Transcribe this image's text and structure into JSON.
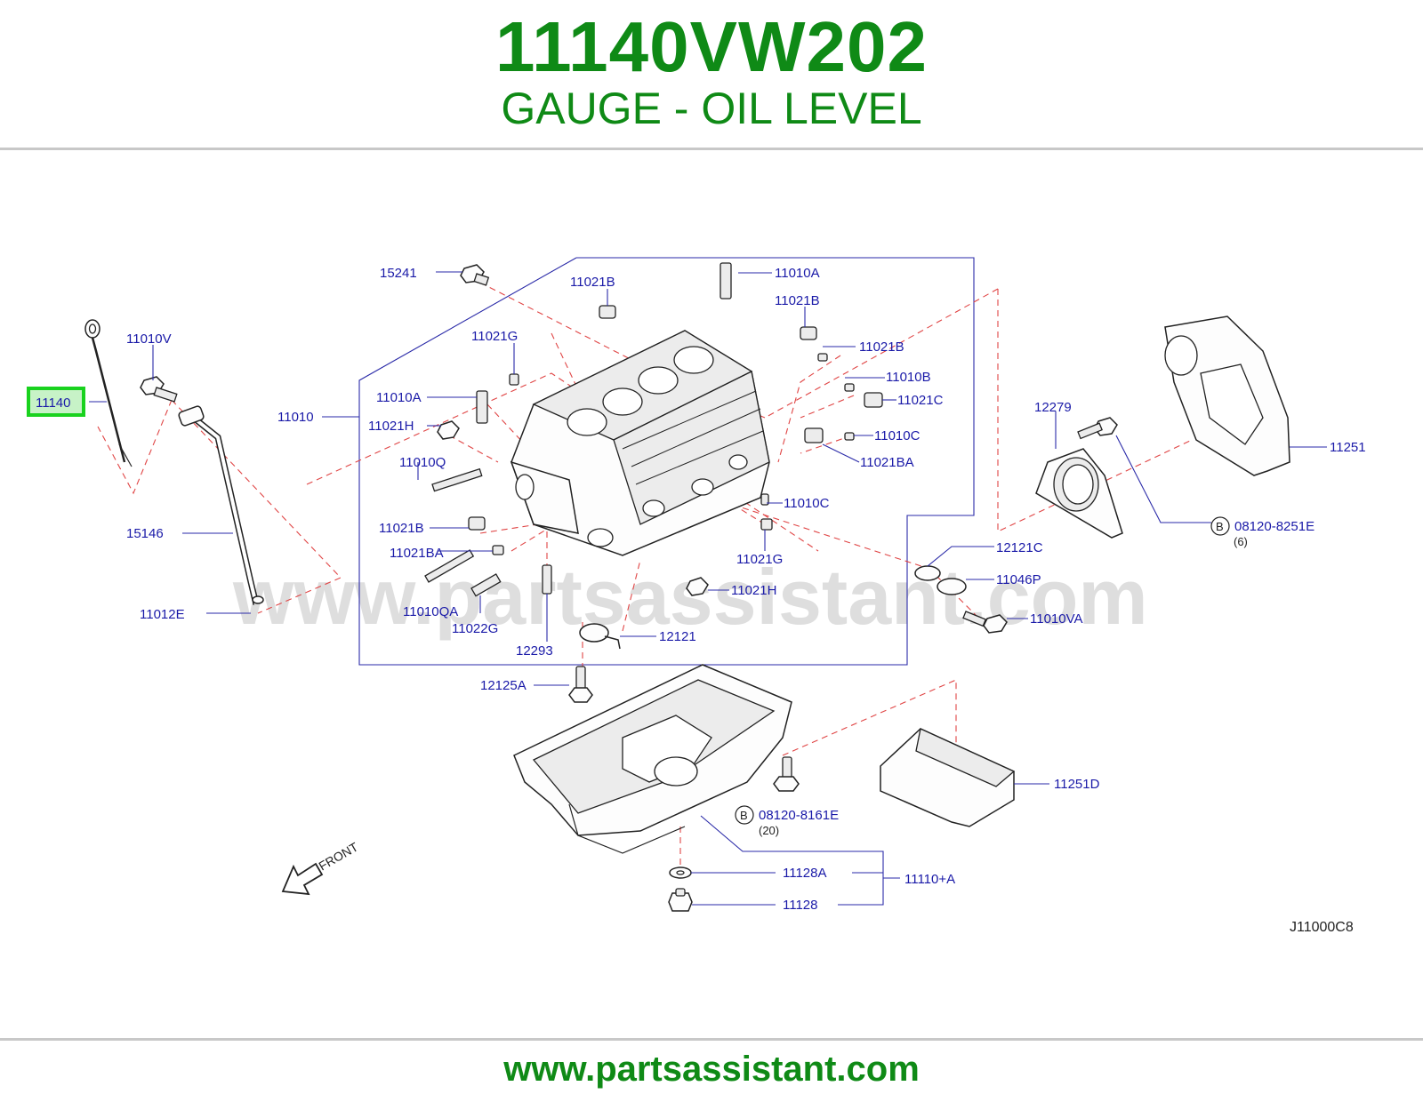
{
  "header": {
    "part_number": "11140VW202",
    "part_name": "GAUGE - OIL LEVEL",
    "title_color": "#0f8a16"
  },
  "footer": {
    "website": "www.partsassistant.com",
    "color": "#0f8a16"
  },
  "diagram": {
    "watermark": "www.partsassistant.com",
    "drawing_code": "J11000C8",
    "front_label": "FRONT",
    "highlight_color": "#19d21e",
    "labels": {
      "l_15241": "15241",
      "l_11021B_1": "11021B",
      "l_11010A_1": "11010A",
      "l_11021B_2": "11021B",
      "l_11010V": "11010V",
      "l_11140": "11140",
      "l_11021G_1": "11021G",
      "l_11021B_3": "11021B",
      "l_11010B": "11010B",
      "l_11010A_2": "11010A",
      "l_11021C": "11021C",
      "l_11010": "11010",
      "l_11021H_1": "11021H",
      "l_11010C_1": "11010C",
      "l_12279": "12279",
      "l_11251": "11251",
      "l_11010Q": "11010Q",
      "l_11021BA_1": "11021BA",
      "l_11010C_2": "11010C",
      "l_11021B_4": "11021B",
      "l_15146": "15146",
      "l_08120_8251E": "08120-8251E",
      "l_qty6": "(6)",
      "l_11021BA_2": "11021BA",
      "l_11021G_2": "11021G",
      "l_12121C": "12121C",
      "l_11046P": "11046P",
      "l_11021H_2": "11021H",
      "l_11012E": "11012E",
      "l_11010QA": "11010QA",
      "l_11010VA": "11010VA",
      "l_11022G": "11022G",
      "l_12121": "12121",
      "l_12293": "12293",
      "l_12125A": "12125A",
      "l_11251D": "11251D",
      "l_08120_8161E": "08120-8161E",
      "l_qty20": "(20)",
      "l_11128A": "11128A",
      "l_11110A": "11110+A",
      "l_11128": "11128",
      "b_1": "B",
      "b_2": "B"
    }
  }
}
